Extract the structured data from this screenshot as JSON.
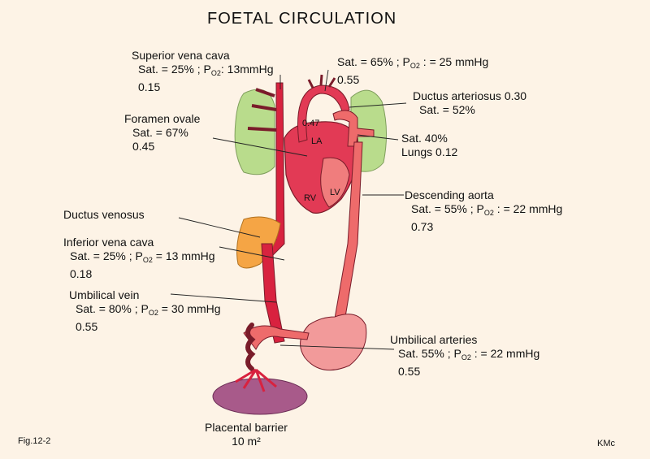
{
  "title": "FOETAL  CIRCULATION",
  "labels": {
    "svc_name": "Superior vena cava",
    "svc_sat": "Sat. = 25%  ; P",
    "svc_sub": "O2",
    "svc_po2": ": 13mmHg",
    "svc_flow": "0.15",
    "aorta_sat": "Sat. = 65%  ; P",
    "aorta_sub": "O2",
    "aorta_po2": " : = 25 mmHg",
    "aorta_flow": "0.55",
    "da_name": "Ductus arteriosus 0.30",
    "da_sat": "Sat. = 52%",
    "fo_name": "Foramen ovale",
    "fo_sat": "Sat. = 67%",
    "fo_flow": "0.45",
    "fo_small": "0.47",
    "lungs_sat": "Sat. 40%",
    "lungs_name": "Lungs 0.12",
    "desc_name": "Descending aorta",
    "desc_sat": "Sat. = 55%   ; P",
    "desc_sub": "O2",
    "desc_po2": " : = 22 mmHg",
    "desc_flow": "0.73",
    "dv_name": "Ductus venosus",
    "ivc_name": "Inferior vena cava",
    "ivc_sat": "Sat. = 25%  ; P",
    "ivc_sub": "O2",
    "ivc_po2": " = 13 mmHg",
    "ivc_flow": "0.18",
    "uv_name": "Umbilical vein",
    "uv_sat": "Sat. = 80% ; P",
    "uv_sub": "O2",
    "uv_po2": " = 30 mmHg",
    "uv_flow": "0.55",
    "ua_name": "Umbilical arteries",
    "ua_sat": "Sat. 55%   ; P",
    "ua_sub": "O2",
    "ua_po2": " : = 22 mmHg",
    "ua_flow": "0.55",
    "placenta_name": "Placental barrier",
    "placenta_area": "10 m²",
    "fig": "Fig.12-2",
    "author": "KMc",
    "chamber_la": "LA",
    "chamber_rv": "RV",
    "chamber_lv": "LV"
  },
  "colors": {
    "background": "#fdf3e6",
    "oxygenated_vessel": "#d8223f",
    "mixed_vessel": "#ee6b6b",
    "lung": "#b9dc8c",
    "liver": "#f5a545",
    "placenta": "#a85a8a",
    "outline": "#7a1c2a"
  }
}
